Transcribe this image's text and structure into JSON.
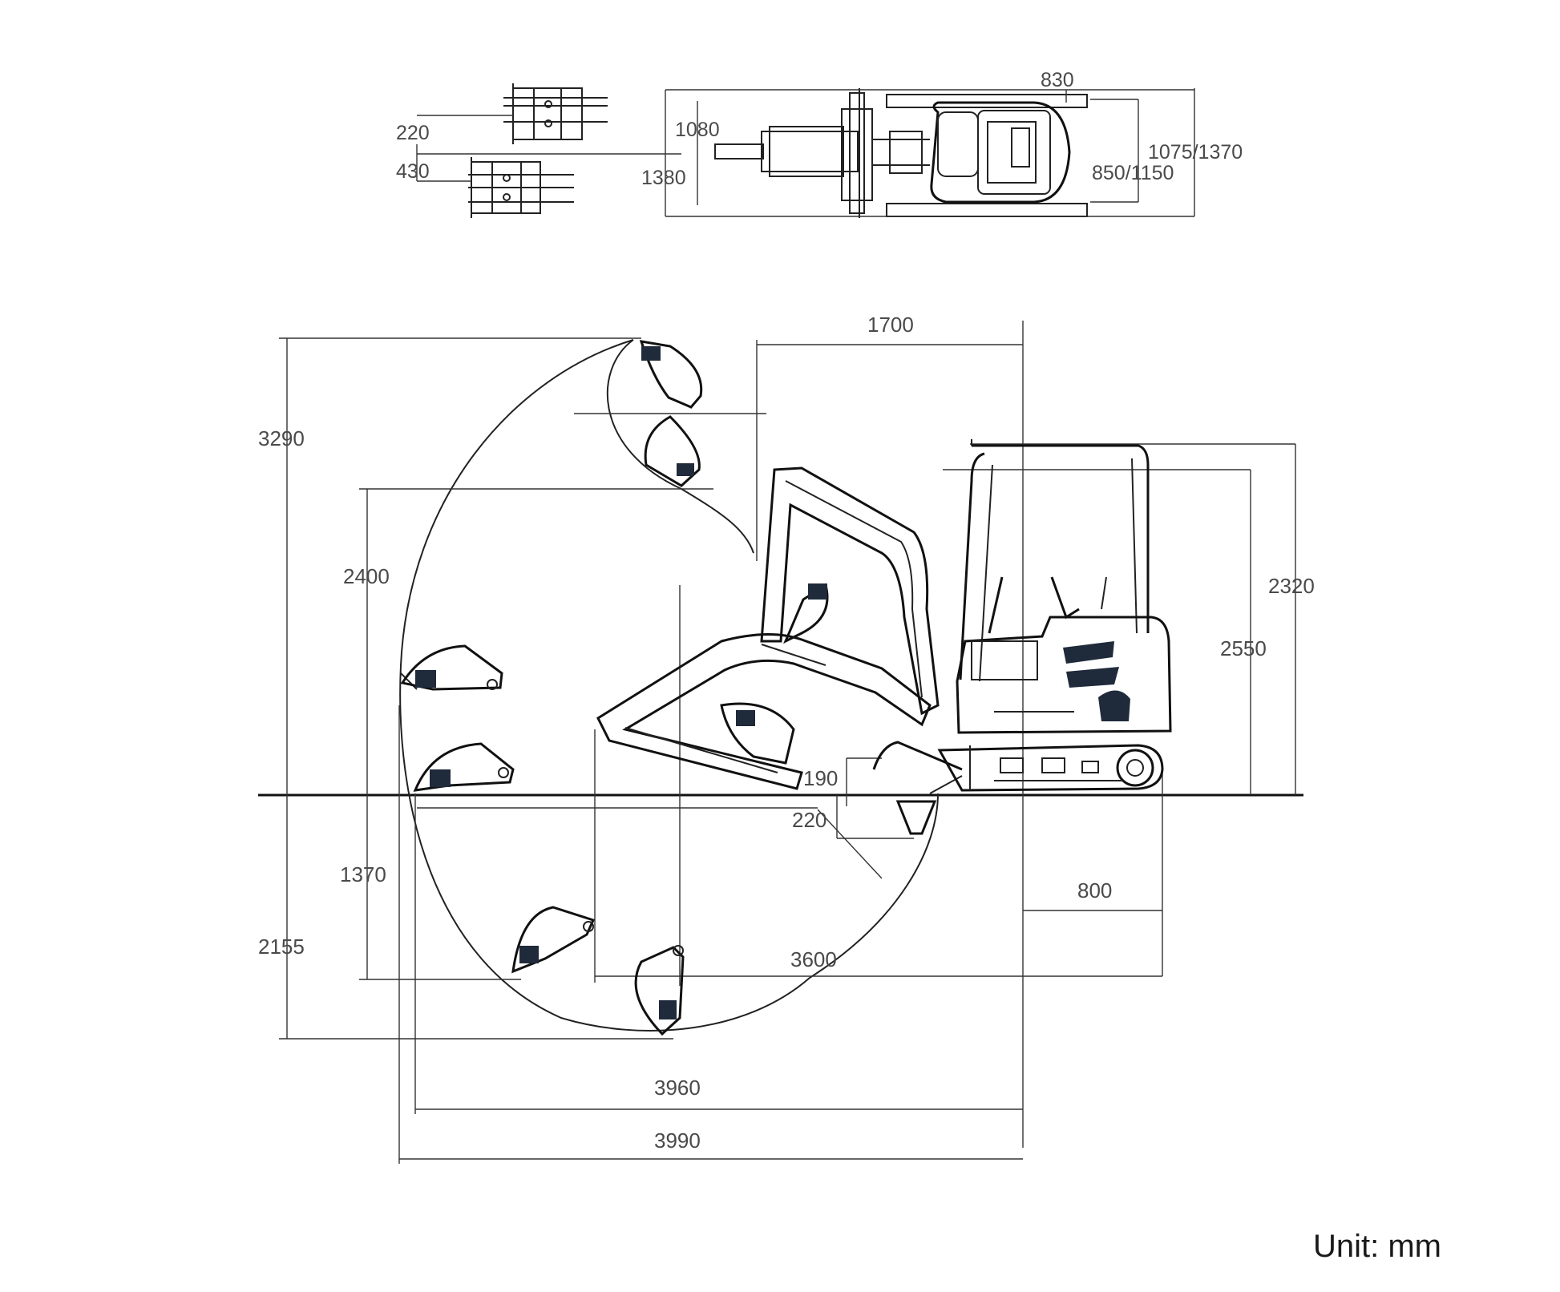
{
  "unit_label": "Unit: mm",
  "top_view": {
    "track_width_dim": "830",
    "overall_width_dim": "1075/1370",
    "inner_width_dim": "850/1150",
    "blade_width_outer": "1380",
    "blade_width_inner": "1080",
    "bucket_width_1": "220",
    "bucket_width_2": "430"
  },
  "side_view": {
    "max_dig_height": "3290",
    "max_dump_height": "2400",
    "max_vertical_wall_depth": "1370",
    "max_dig_depth": "2155",
    "tail_swing_radius": "1700",
    "canopy_height": "2320",
    "overall_height": "2550",
    "blade_lift_height": "190",
    "blade_drop_depth": "220",
    "rear_overhang": "800",
    "min_swing_radius": "3600",
    "max_dig_reach_ground": "3960",
    "max_dig_reach": "3990"
  }
}
